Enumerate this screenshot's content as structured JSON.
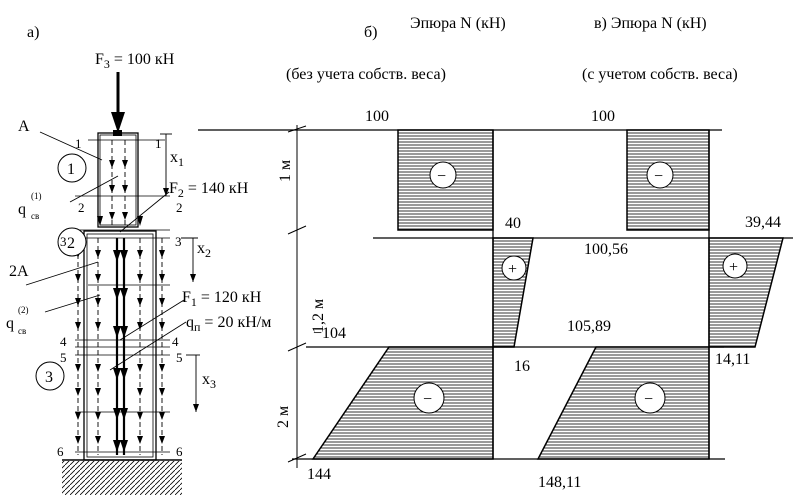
{
  "labels": {
    "a": "а)",
    "b": "б)",
    "v": "в) Эпюра N (кН)",
    "b_title": "Эпюра N (кН)",
    "b_subtitle": "(без учета собств. веса)",
    "v_subtitle": "(с учетом собств. веса)",
    "F3": "F",
    "F3_sub": "3",
    "F3_val": " = 100 кН",
    "F2": "F",
    "F2_sub": "2",
    "F2_val": " = 140 кН",
    "F1": "F",
    "F1_sub": "1",
    "F1_val": " = 120 кН",
    "qn": "q",
    "qn_sub": "п",
    "qn_val": " = 20 кН/м",
    "A": "A",
    "A2": "2A",
    "q1_main": "q",
    "q1_sup": "(1)",
    "q1_sub": "св",
    "q2_main": "q",
    "q2_sup": "(2)",
    "q2_sub": "св",
    "sec1": "1",
    "sec2": "2",
    "sec3": "3",
    "x1": "x",
    "x1_sub": "1",
    "x2": "x",
    "x2_sub": "2",
    "x3": "x",
    "x3_sub": "3",
    "s1L": "1",
    "s1R": "1",
    "s2L": "2",
    "s2R": "2",
    "s3L": "3",
    "s3R": "3",
    "s4L": "4",
    "s4R": "4",
    "s5L": "5",
    "s5R": "5",
    "s6L": "6",
    "s6R": "6",
    "dim1": "1 м",
    "dim2": "1,2 м",
    "dim3": "2 м",
    "minus": "−",
    "plus": "+"
  },
  "values": {
    "b_top": "100",
    "v_top": "100",
    "b_40": "40",
    "v_3944": "39,44",
    "v_10056": "100,56",
    "b_neg104": "−104",
    "v_10589": "105,89",
    "b_16": "16",
    "v_1411": "14,11",
    "b_144": "144",
    "v_14811": "148,11"
  }
}
